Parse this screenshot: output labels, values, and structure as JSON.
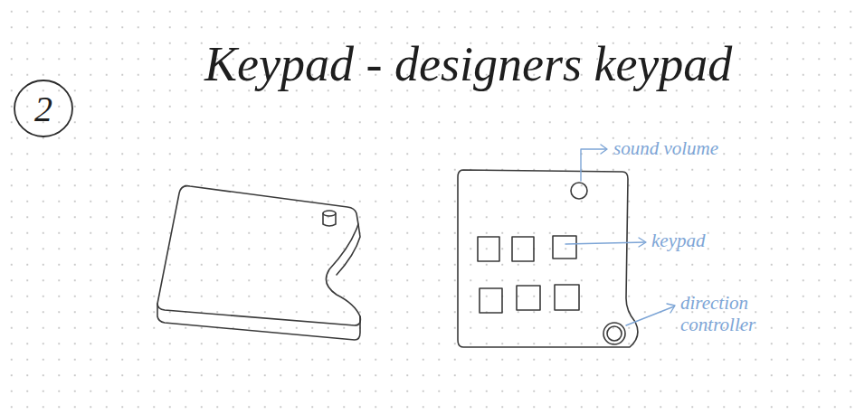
{
  "diagram": {
    "title": "Keypad - designers keypad",
    "nodes": [
      {
        "text": [
          "2"
        ]
      }
    ],
    "labels": [
      "sound volume",
      "keypad",
      "direction controller"
    ]
  }
}
